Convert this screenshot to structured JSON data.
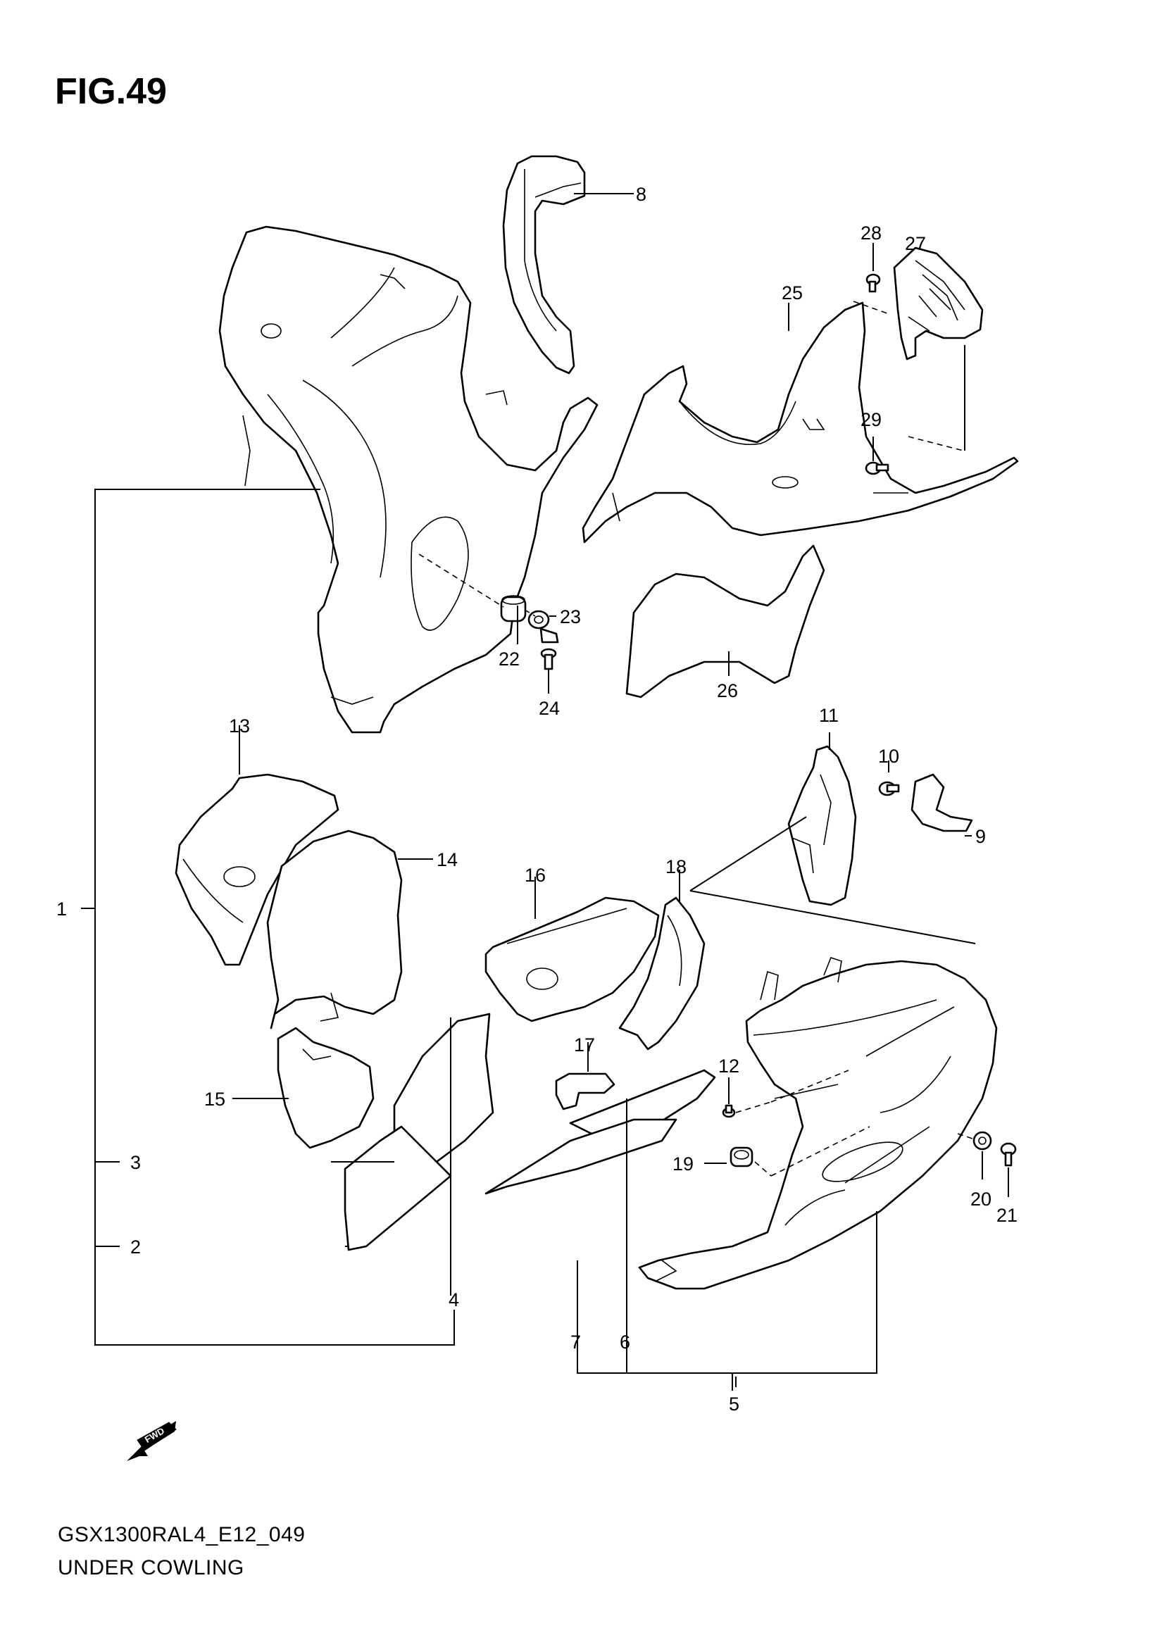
{
  "figure": {
    "title": "FIG.49",
    "model_code": "GSX1300RAL4_E12_049",
    "section_name": "UNDER COWLING"
  },
  "callouts": [
    "1",
    "2",
    "3",
    "4",
    "5",
    "6",
    "7",
    "8",
    "9",
    "10",
    "11",
    "12",
    "13",
    "14",
    "15",
    "16",
    "17",
    "18",
    "19",
    "20",
    "21",
    "22",
    "23",
    "24",
    "25",
    "26",
    "27",
    "28",
    "29"
  ],
  "fwd_badge": "FWD"
}
